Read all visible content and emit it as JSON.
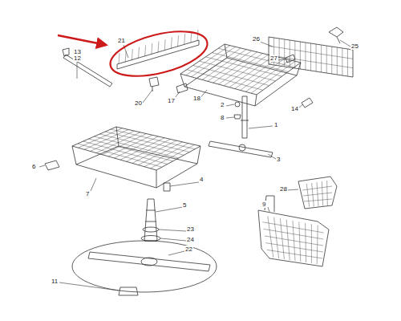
{
  "diagram": {
    "labels": [
      "13",
      "12",
      "21",
      "26",
      "25",
      "27",
      "20",
      "17",
      "18",
      "2",
      "8",
      "1",
      "14",
      "3",
      "6",
      "4",
      "7",
      "5",
      "23",
      "24",
      "22",
      "28",
      "9",
      "11"
    ]
  }
}
